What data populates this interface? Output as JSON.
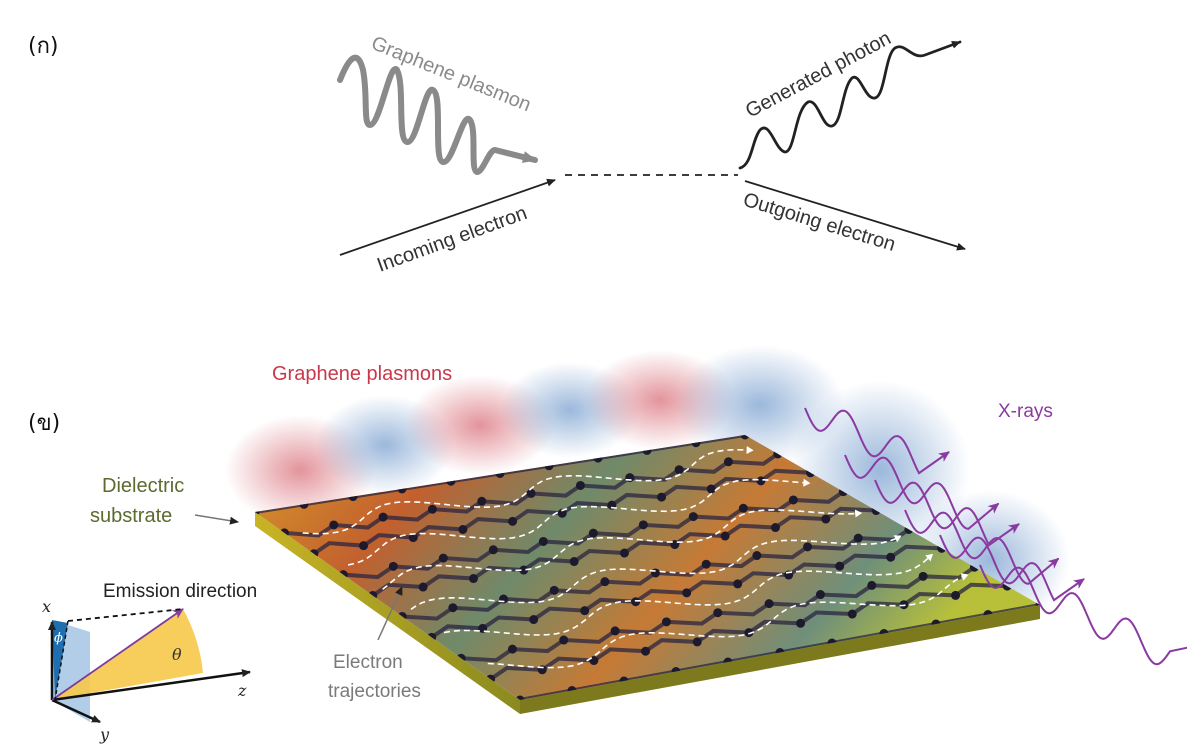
{
  "panels": {
    "a": {
      "label": "(ก)",
      "graphene_plasmon": "Graphene plasmon",
      "incoming_electron": "Incoming electron",
      "generated_photon": "Generated photon",
      "outgoing_electron": "Outgoing electron"
    },
    "b": {
      "label": "(ข)",
      "graphene_plasmons": "Graphene plasmons",
      "xrays": "X-rays",
      "dielectric_substrate_line1": "Dielectric",
      "dielectric_substrate_line2": "substrate",
      "electron_trajectories_line1": "Electron",
      "electron_trajectories_line2": "trajectories",
      "emission_direction": "Emission direction",
      "axis_x": "x",
      "axis_y": "y",
      "axis_z": "z",
      "angle_phi": "ϕ",
      "angle_theta": "θ"
    }
  },
  "colors": {
    "plasmon_gray": "#8a8a8a",
    "dark": "#222222",
    "plasmon_red": "#c8384a",
    "xray_purple": "#8a3aa0",
    "substrate_green": "#5b6b2e",
    "gray_label": "#7a7a7a"
  }
}
